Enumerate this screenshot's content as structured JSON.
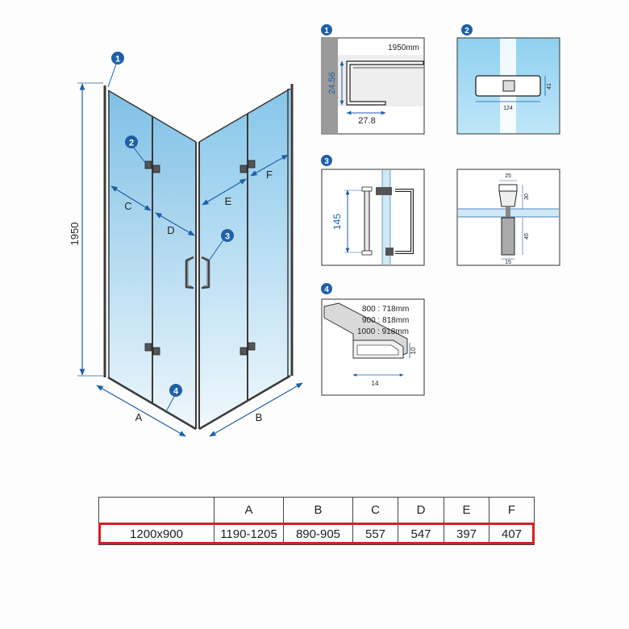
{
  "colors": {
    "accent_blue": "#1e5fa8",
    "glass_top": "#8ec8e8",
    "glass_bottom": "#eaf5fb",
    "highlight_red": "#d61f26",
    "frame_dark": "#3a3a3a"
  },
  "main": {
    "height": "1950",
    "labels": {
      "a": "A",
      "b": "B",
      "c": "C",
      "d": "D",
      "e": "E",
      "f": "F"
    },
    "callouts": {
      "c1": "1",
      "c2": "2",
      "c3": "3",
      "c4": "4"
    }
  },
  "details": {
    "d1": {
      "badge": "1",
      "height_label": "1950mm",
      "dim_v": "24.56",
      "dim_h": "27.8"
    },
    "d2": {
      "badge": "2",
      "dim_h": "124",
      "dim_v": "41"
    },
    "d3": {
      "badge": "3",
      "dim_v": "145"
    },
    "d3b": {
      "top": "25",
      "mid": "30",
      "low": "45",
      "bottom": "15"
    },
    "d4": {
      "badge": "4",
      "lines": [
        "800 : 718mm",
        "900 : 818mm",
        "1000 : 918mm"
      ],
      "dim_v": "10",
      "dim_h": "14"
    }
  },
  "table": {
    "headers": [
      "",
      "A",
      "B",
      "C",
      "D",
      "E",
      "F"
    ],
    "row": [
      "1200x900",
      "1190-1205",
      "890-905",
      "557",
      "547",
      "397",
      "407"
    ]
  }
}
